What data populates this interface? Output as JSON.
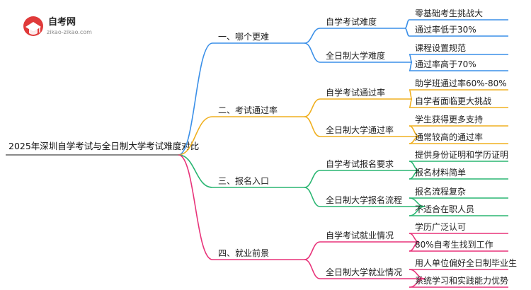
{
  "logo": {
    "name": "自考网",
    "url": "zikao-zikao.com"
  },
  "root": {
    "label": "2025年深圳自学考试与全日制大学考试难度对比"
  },
  "branches": [
    {
      "label": "一、哪个更难",
      "color": "#3a8fe8",
      "children": [
        {
          "label": "自学考试难度",
          "leaves": [
            "零基础考生挑战大",
            "通过率低于30%"
          ]
        },
        {
          "label": "全日制大学难度",
          "leaves": [
            "课程设置规范",
            "通过率高于70%"
          ]
        }
      ]
    },
    {
      "label": "二、考试通过率",
      "color": "#f0b020",
      "children": [
        {
          "label": "自学考试通过率",
          "leaves": [
            "助学班通过率60%-80%",
            "自学者面临更大挑战"
          ]
        },
        {
          "label": "全日制大学通过率",
          "leaves": [
            "学生获得更多支持",
            "通常较高的通过率"
          ]
        }
      ]
    },
    {
      "label": "三、报名入口",
      "color": "#2ab672",
      "children": [
        {
          "label": "自学考试报名要求",
          "leaves": [
            "提供身份证明和学历证明",
            "报名材料简单"
          ]
        },
        {
          "label": "全日制大学报名流程",
          "leaves": [
            "报名流程复杂",
            "不适合在职人员"
          ]
        }
      ]
    },
    {
      "label": "四、就业前景",
      "color": "#e8347a",
      "children": [
        {
          "label": "自学考试就业情况",
          "leaves": [
            "学历广泛认可",
            "80%自考生找到工作"
          ]
        },
        {
          "label": "全日制大学就业情况",
          "leaves": [
            "用人单位偏好全日制毕业生",
            "系统学习和实践能力优势"
          ]
        }
      ]
    }
  ]
}
